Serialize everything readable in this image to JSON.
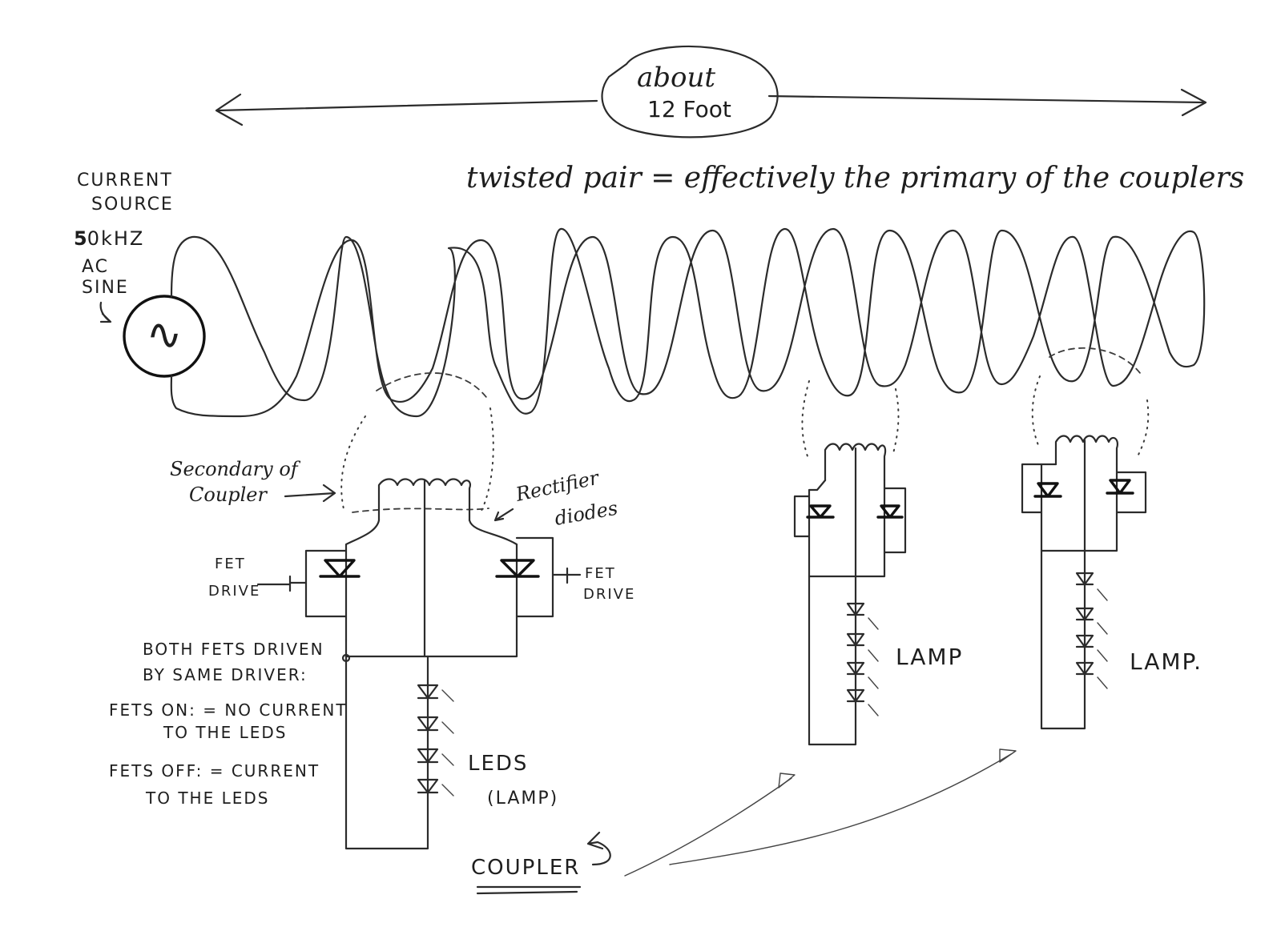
{
  "distance": {
    "line1": "about",
    "line2": "12 Foot"
  },
  "twisted_pair_label": "twisted pair = effectively the primary of the couplers",
  "source": {
    "line1": "CURRENT",
    "line2": "SOURCE",
    "freq_prefix": "5",
    "freq_suffix": "0kHZ",
    "line4": "AC",
    "line5": "SINE",
    "symbol": "∿"
  },
  "secondary": {
    "line1": "Secondary of",
    "line2": "Coupler"
  },
  "rectifier": {
    "line1": "Rectifier",
    "line2": "diodes"
  },
  "fet_left": {
    "line1": "FET",
    "line2": "DRIVE"
  },
  "fet_right": {
    "line1": "FET",
    "line2": "DRIVE"
  },
  "notes": {
    "both_1": "BOTH FETS DRIVEN",
    "both_2": "BY SAME DRIVER:",
    "on_1": "FETS ON: = NO CURRENT",
    "on_2": "TO THE LEDS",
    "off_1": "FETS OFF: = CURRENT",
    "off_2": "TO THE LEDS"
  },
  "leds": {
    "line1": "LEDS",
    "line2": "(LAMP)"
  },
  "lamp_mid": "LAMP",
  "lamp_right": "LAMP.",
  "coupler_label": "COUPLER"
}
